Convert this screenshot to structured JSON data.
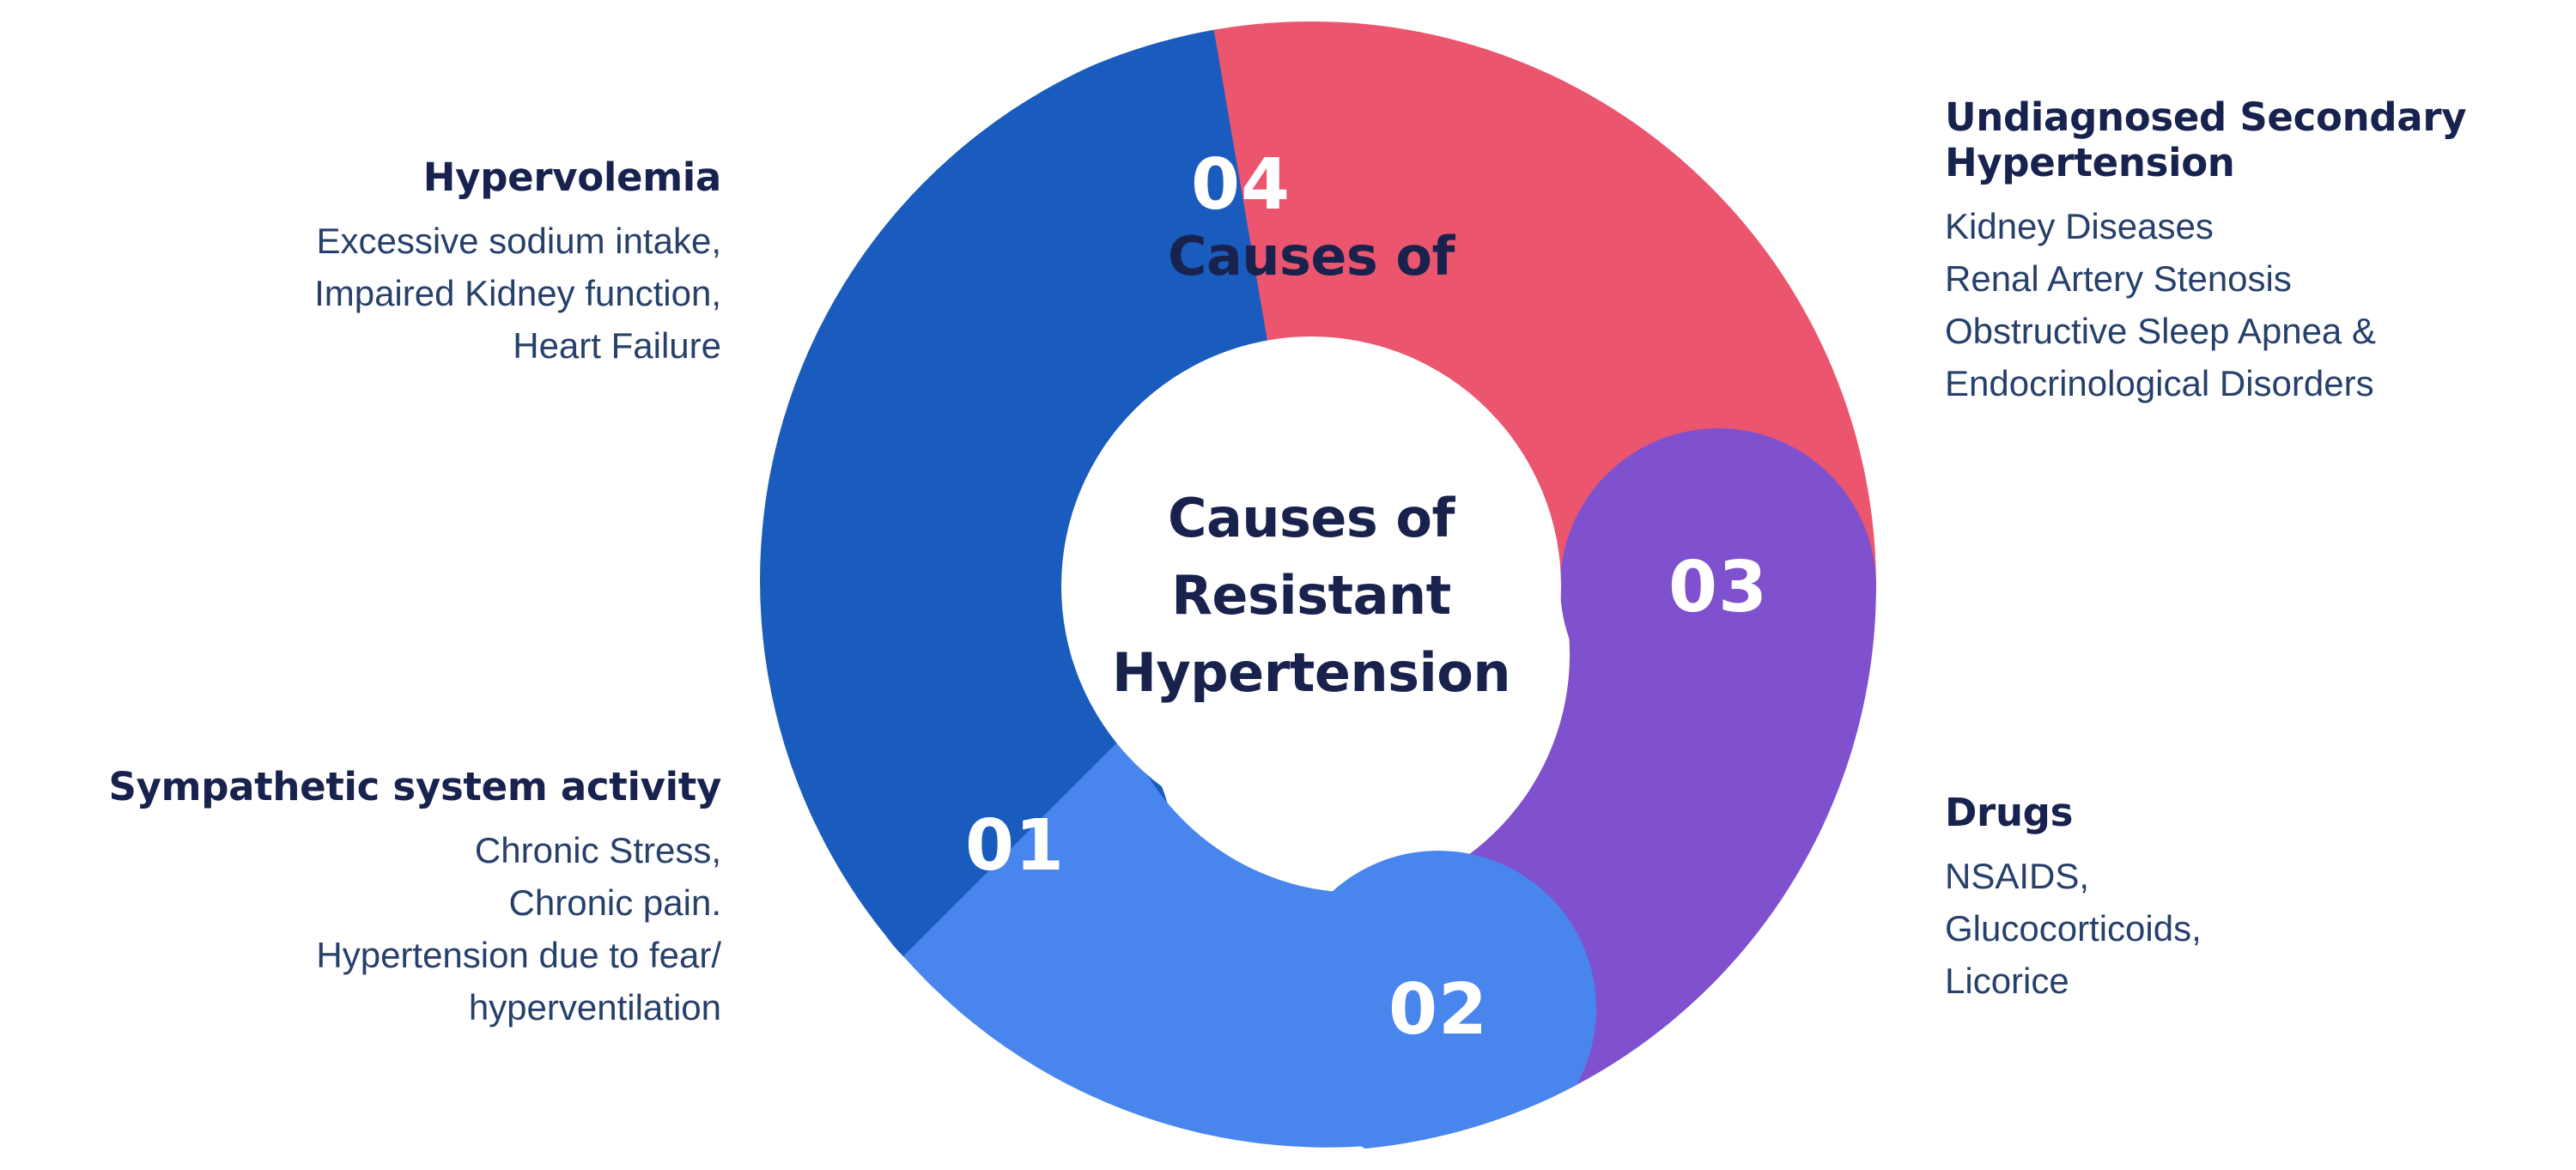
{
  "diagram": {
    "title": "Causes of Resistant Hypertension",
    "center_lines": [
      "Causes of",
      "Resistant",
      "Hypertension"
    ],
    "colors": {
      "segment_01": "#1A5BBE",
      "segment_02": "#4886EE",
      "segment_03": "#7F51CE",
      "segment_04": "#EC556E",
      "center_fill": "#FFFFFF",
      "heading_text": "#17224F",
      "body_text": "#27406B",
      "number_text": "#FFFFFF",
      "background": "#FFFFFF"
    },
    "segments": [
      {
        "number": "01",
        "color": "#1A5BBE",
        "heading": "Hypervolemia",
        "position": "upper-left"
      },
      {
        "number": "02",
        "color": "#4886EE",
        "heading": "Sympathetic system activity",
        "position": "lower-left"
      },
      {
        "number": "03",
        "color": "#7F51CE",
        "heading": "Drugs",
        "position": "lower-right"
      },
      {
        "number": "04",
        "color": "#EC556E",
        "heading": "Undiagnosed Secondary Hypertension",
        "position": "upper-right"
      }
    ]
  },
  "blocks": {
    "hypervolemia": {
      "heading": "Hypervolemia",
      "body": "Excessive sodium intake,\nImpaired Kidney function,\nHeart Failure",
      "items": [
        "Excessive sodium intake,",
        "Impaired Kidney function,",
        "Heart Failure"
      ]
    },
    "sympathetic": {
      "heading": "Sympathetic system activity",
      "body": "Chronic Stress,\nChronic pain.\nHypertension due to fear/\nhyperventilation",
      "items": [
        "Chronic Stress,",
        "Chronic pain.",
        "Hypertension due to fear/",
        "hyperventilation"
      ]
    },
    "undiagnosed": {
      "heading": "Undiagnosed Secondary Hypertension",
      "body": "Kidney Diseases\nRenal Artery Stenosis\nObstructive Sleep Apnea &\nEndocrinological Disorders",
      "items": [
        "Kidney Diseases",
        "Renal Artery Stenosis",
        "Obstructive Sleep Apnea &",
        "Endocrinological Disorders"
      ]
    },
    "drugs": {
      "heading": "Drugs",
      "body": "NSAIDS,\nGlucocorticoids,\nLicorice",
      "items": [
        "NSAIDS,",
        "Glucocorticoids,",
        "Licorice"
      ]
    }
  },
  "numbers": {
    "n01": "01",
    "n02": "02",
    "n03": "03",
    "n04": "04"
  },
  "center": {
    "line1": "Causes of",
    "line2": "Resistant",
    "line3": "Hypertension"
  }
}
